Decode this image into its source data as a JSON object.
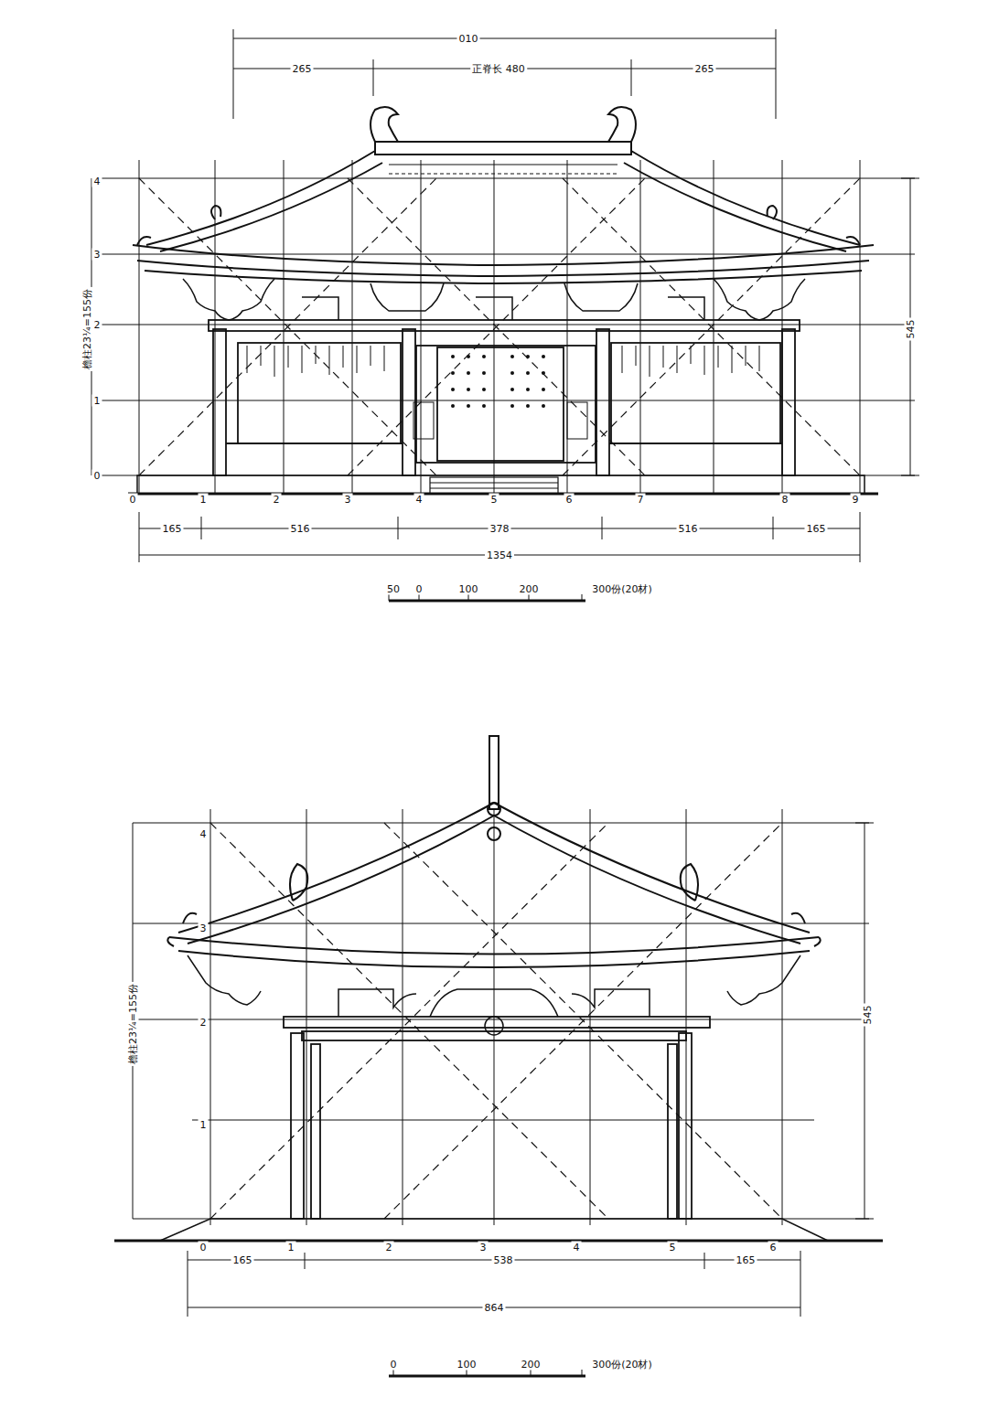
{
  "diagram": {
    "labels": [
      "010",
      "265",
      "正脊长 480",
      "265",
      "檐柱23¼=155份",
      "545",
      "0",
      "1",
      "2",
      "3",
      "4",
      "0",
      "1",
      "2",
      "3",
      "4",
      "5",
      "6",
      "7",
      "8",
      "9",
      "165",
      "516",
      "378",
      "516",
      "165",
      "1354",
      "50",
      "0",
      "100",
      "200",
      "300份(20材)",
      "檐柱23¼=155份",
      "545",
      "1",
      "2",
      "3",
      "4",
      "0",
      "1",
      "2",
      "3",
      "4",
      "5",
      "6",
      "165",
      "538",
      "165",
      "864",
      "0",
      "100",
      "200",
      "300份(20材)"
    ]
  }
}
